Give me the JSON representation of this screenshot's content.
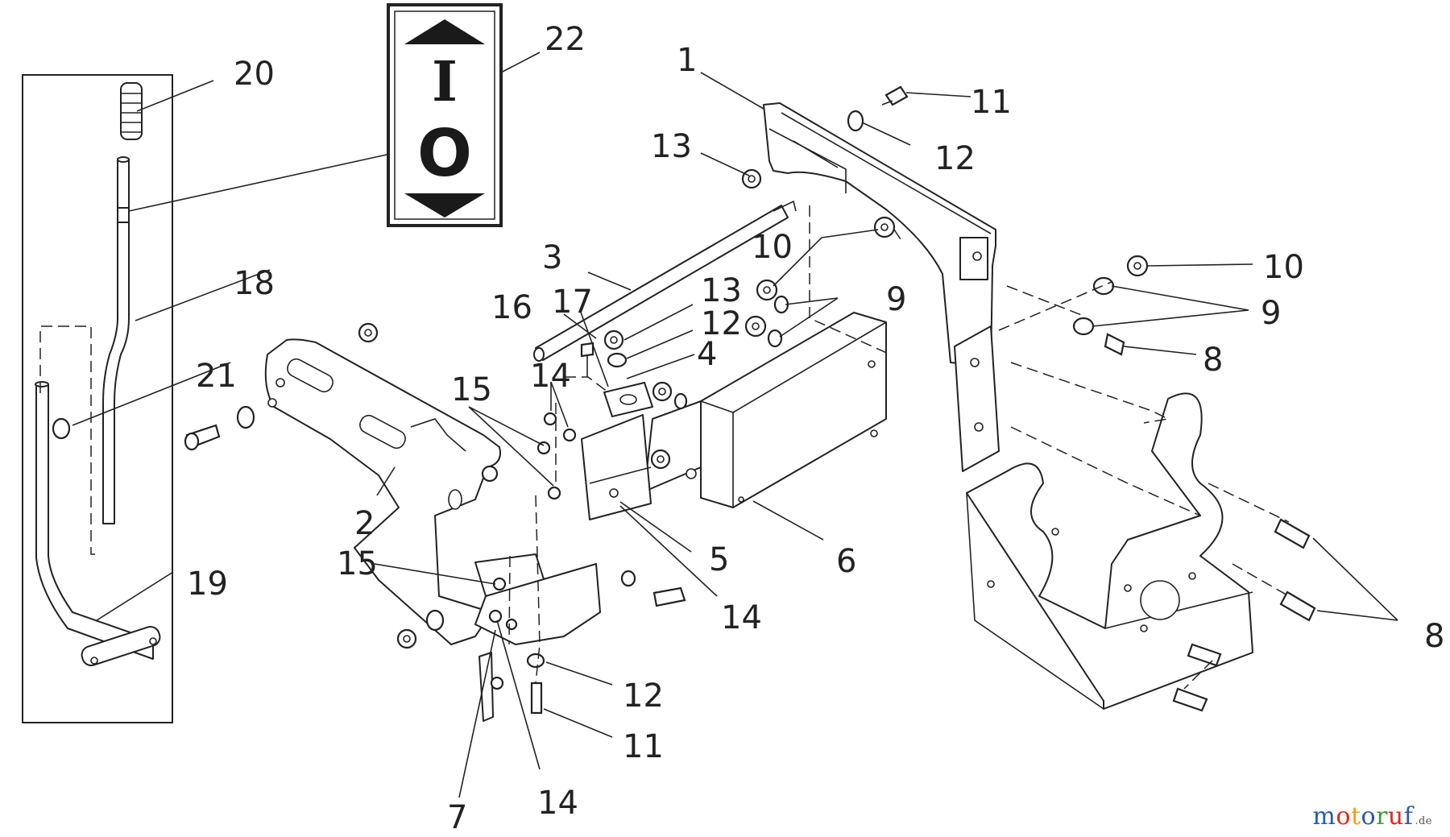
{
  "decal": {
    "top_symbol": "I",
    "bottom_symbol": "O"
  },
  "callouts": [
    {
      "id": "c1",
      "label": "1"
    },
    {
      "id": "c2",
      "label": "2"
    },
    {
      "id": "c3",
      "label": "3"
    },
    {
      "id": "c4",
      "label": "4"
    },
    {
      "id": "c5",
      "label": "5"
    },
    {
      "id": "c6",
      "label": "6"
    },
    {
      "id": "c7",
      "label": "7"
    },
    {
      "id": "c8a",
      "label": "8"
    },
    {
      "id": "c8b",
      "label": "8"
    },
    {
      "id": "c9a",
      "label": "9"
    },
    {
      "id": "c9b",
      "label": "9"
    },
    {
      "id": "c10a",
      "label": "10"
    },
    {
      "id": "c10b",
      "label": "10"
    },
    {
      "id": "c11a",
      "label": "11"
    },
    {
      "id": "c11b",
      "label": "11"
    },
    {
      "id": "c12a",
      "label": "12"
    },
    {
      "id": "c12b",
      "label": "12"
    },
    {
      "id": "c12c",
      "label": "12"
    },
    {
      "id": "c13a",
      "label": "13"
    },
    {
      "id": "c13b",
      "label": "13"
    },
    {
      "id": "c14a",
      "label": "14"
    },
    {
      "id": "c14b",
      "label": "14"
    },
    {
      "id": "c14c",
      "label": "14"
    },
    {
      "id": "c15a",
      "label": "15"
    },
    {
      "id": "c15b",
      "label": "15"
    },
    {
      "id": "c16",
      "label": "16"
    },
    {
      "id": "c17",
      "label": "17"
    },
    {
      "id": "c18",
      "label": "18"
    },
    {
      "id": "c19",
      "label": "19"
    },
    {
      "id": "c20",
      "label": "20"
    },
    {
      "id": "c21",
      "label": "21"
    },
    {
      "id": "c22",
      "label": "22"
    }
  ],
  "watermark": {
    "letters": [
      {
        "ch": "m",
        "color": "#2b5aa8"
      },
      {
        "ch": "o",
        "color": "#e2271c"
      },
      {
        "ch": "t",
        "color": "#f2a10f"
      },
      {
        "ch": "o",
        "color": "#2b5aa8"
      },
      {
        "ch": "r",
        "color": "#3f9a38"
      },
      {
        "ch": "u",
        "color": "#e2271c"
      },
      {
        "ch": "f",
        "color": "#2b5aa8"
      }
    ],
    "tld": ".de"
  }
}
